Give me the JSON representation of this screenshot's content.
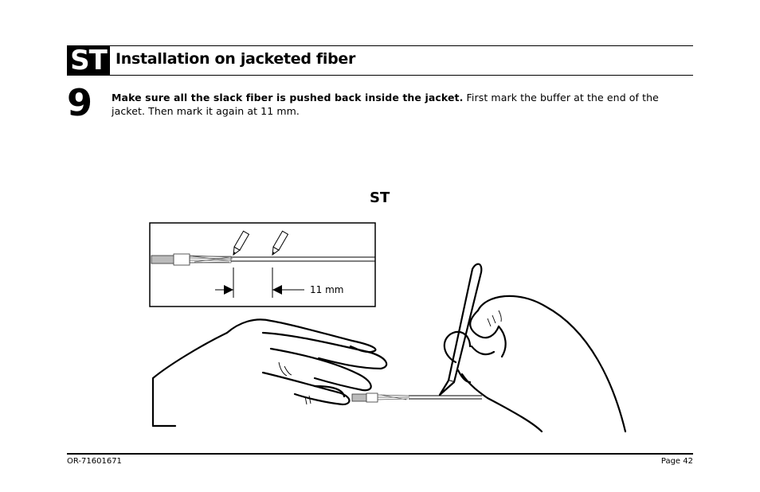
{
  "header": {
    "badge": "ST",
    "title": "Installation on jacketed fiber"
  },
  "step": {
    "number": "9",
    "bold_text": "Make sure all the slack fiber is pushed back inside the jacket.",
    "text": " First mark the buffer at the end of the jacket. Then mark it again at 11 mm."
  },
  "figure": {
    "label": "ST",
    "dimension_label": "11 mm"
  },
  "footer": {
    "doc_number": "OR-71601671",
    "page": "Page 42"
  }
}
